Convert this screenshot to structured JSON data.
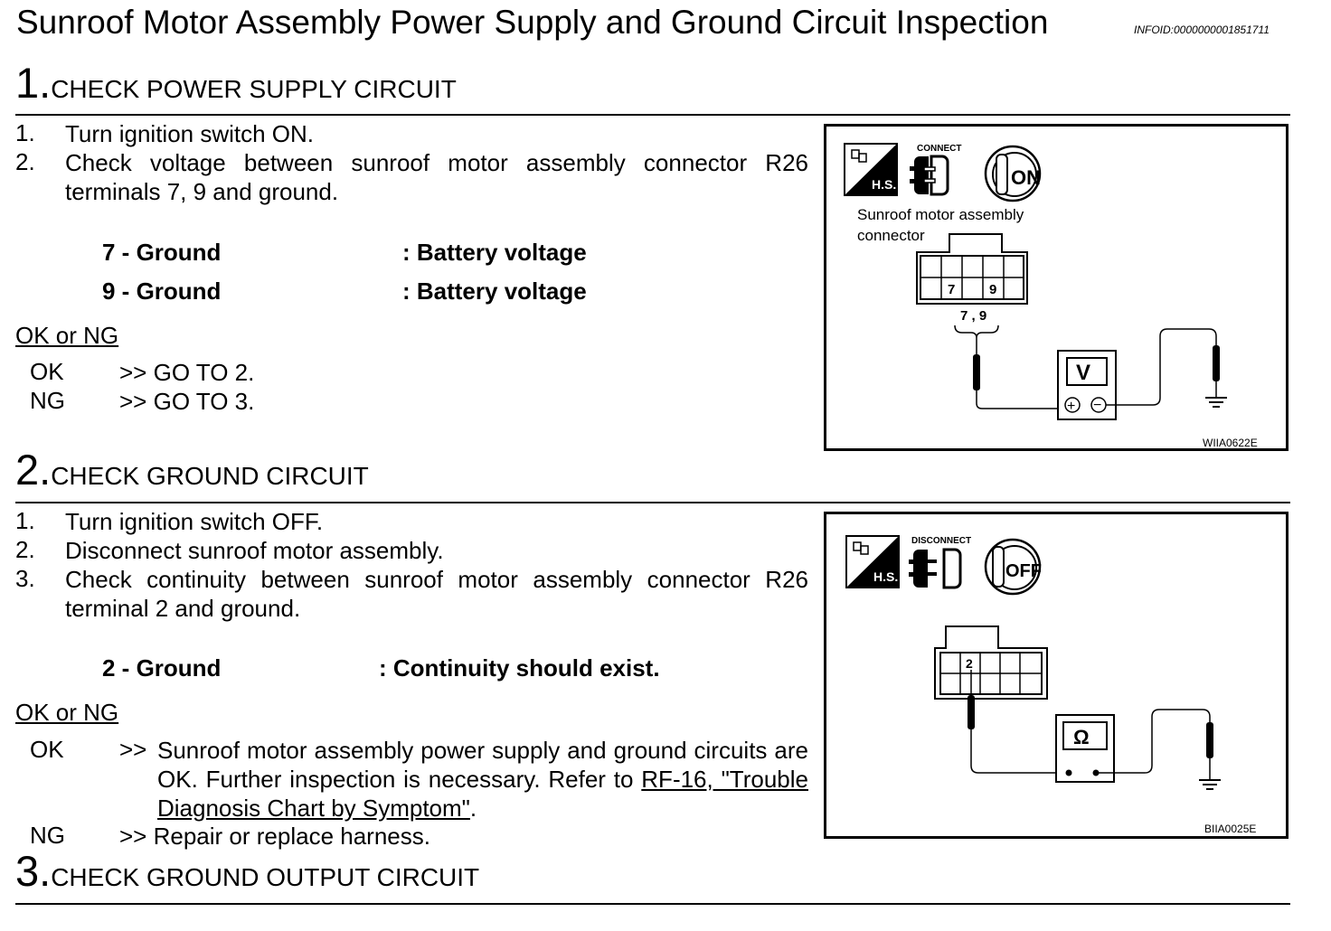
{
  "header": {
    "title": "Sunroof Motor Assembly Power Supply and Ground Circuit Inspection",
    "infoid": "INFOID:0000000001851711"
  },
  "steps": [
    {
      "num": "1.",
      "heading": "CHECK POWER SUPPLY CIRCUIT",
      "items": [
        {
          "num": "1.",
          "text": "Turn ignition switch ON."
        },
        {
          "num": "2.",
          "text": "Check voltage between sunroof motor assembly connector R26 terminals 7, 9 and ground."
        }
      ],
      "specs": [
        {
          "label": "7 - Ground",
          "value": ": Battery voltage"
        },
        {
          "label": "9 - Ground",
          "value": ": Battery voltage"
        }
      ],
      "okng": "OK or NG",
      "results": [
        {
          "label": "OK",
          "arrow": ">>",
          "text": "GO TO 2."
        },
        {
          "label": "NG",
          "arrow": ">>",
          "text": "GO TO 3."
        }
      ],
      "figure": {
        "hs": "H.S.",
        "connect": "CONNECT",
        "key": "ON",
        "caption_line1": "Sunroof motor assembly",
        "caption_line2": "connector",
        "pin_a": "7",
        "pin_b": "9",
        "pins": "7 , 9",
        "meter": "V",
        "plus": "+",
        "minus": "−",
        "code": "WIIA0622E"
      }
    },
    {
      "num": "2.",
      "heading": "CHECK GROUND CIRCUIT",
      "items": [
        {
          "num": "1.",
          "text": "Turn ignition switch OFF."
        },
        {
          "num": "2.",
          "text": "Disconnect sunroof motor assembly."
        },
        {
          "num": "3.",
          "text": "Check continuity between sunroof motor assembly connector R26 terminal 2 and ground."
        }
      ],
      "specs": [
        {
          "label": "2 - Ground",
          "value": ": Continuity should exist."
        }
      ],
      "okng": "OK or NG",
      "results": [
        {
          "label": "OK",
          "arrow": ">>",
          "text": "Sunroof motor assembly power supply and ground circuits are OK. Further inspection is necessary. Refer to",
          "link": "RF-16, \"Trouble Diagnosis Chart by Symptom\"",
          "tail": "."
        },
        {
          "label": "NG",
          "arrow": ">>",
          "text": "Repair or replace harness."
        }
      ],
      "figure": {
        "hs": "H.S.",
        "connect": "DISCONNECT",
        "key": "OFF",
        "pin": "2",
        "meter": "Ω",
        "code": "BIIA0025E"
      }
    },
    {
      "num": "3.",
      "heading": "CHECK GROUND OUTPUT CIRCUIT"
    }
  ]
}
